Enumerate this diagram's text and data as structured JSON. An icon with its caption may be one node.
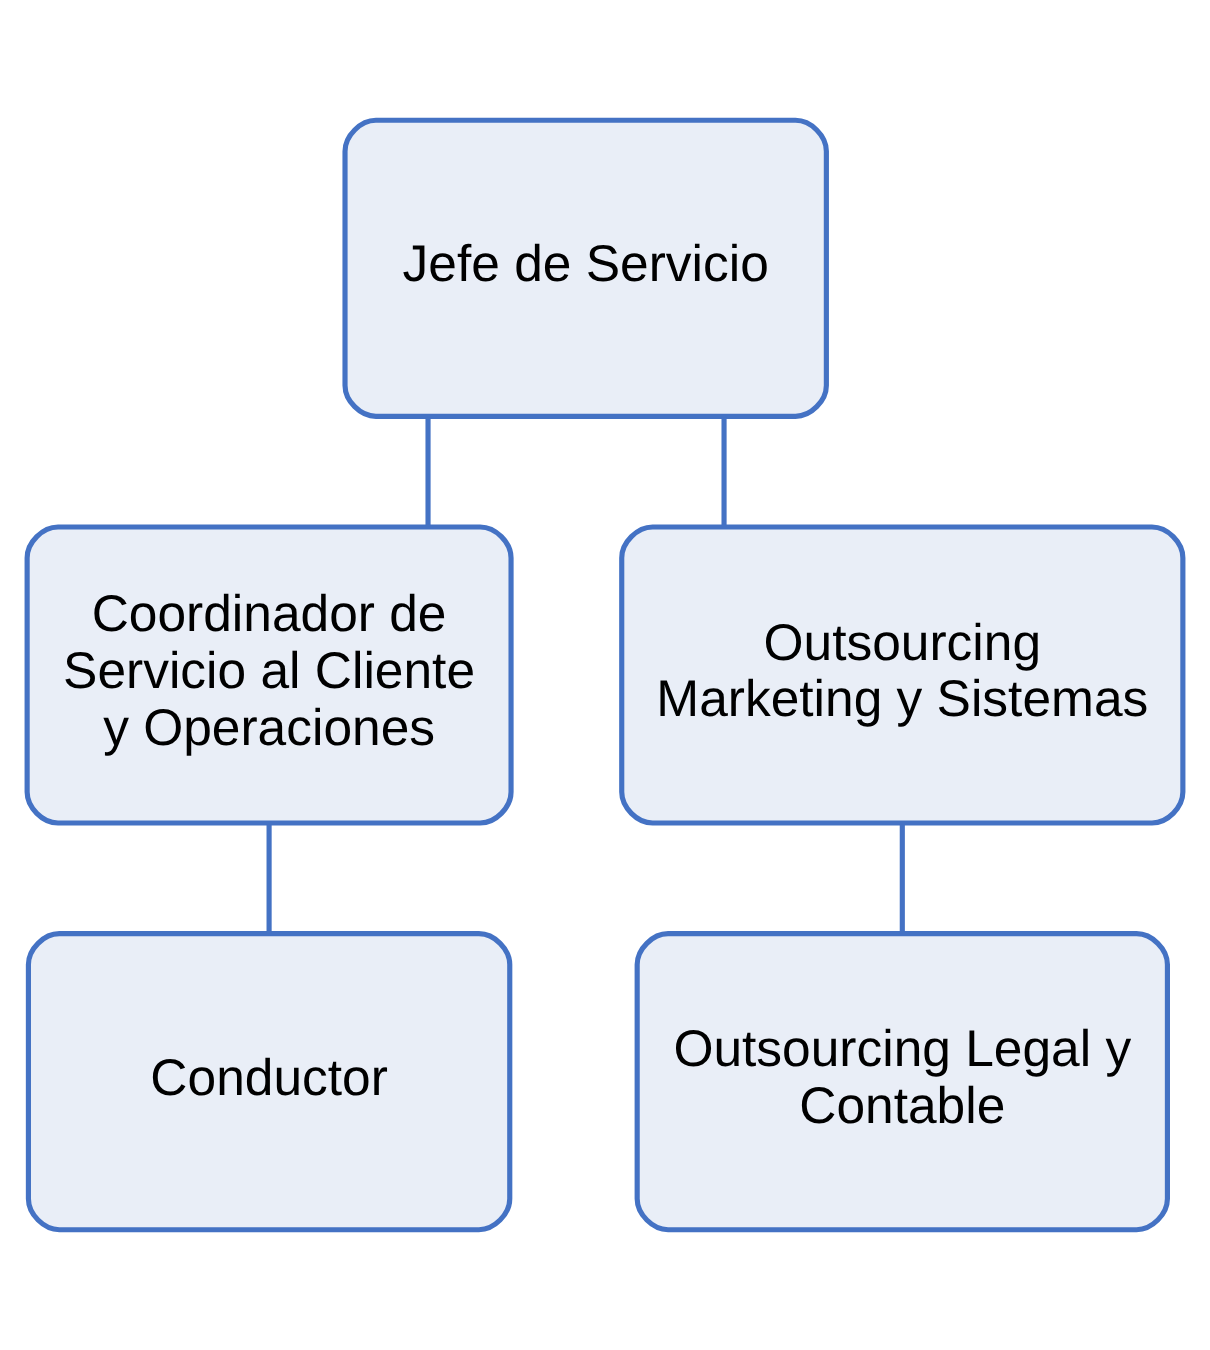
{
  "diagram": {
    "nodes": [
      {
        "text": [
          "Jefe de Servicio"
        ]
      },
      {
        "text": [
          "Coordinador de Servicio al Cliente y Operaciones"
        ]
      },
      {
        "text": [
          "Outsourcing Marketing y Sistemas"
        ]
      },
      {
        "text": [
          "Conductor"
        ]
      },
      {
        "text": [
          "Outsourcing Legal y Contable"
        ]
      }
    ],
    "edges": [
      {
        "from": 0,
        "to": 1,
        "arrow": "none"
      },
      {
        "from": 0,
        "to": 2,
        "arrow": "none"
      },
      {
        "from": 1,
        "to": 3,
        "arrow": "none"
      },
      {
        "from": 2,
        "to": 4,
        "arrow": "none"
      }
    ]
  }
}
